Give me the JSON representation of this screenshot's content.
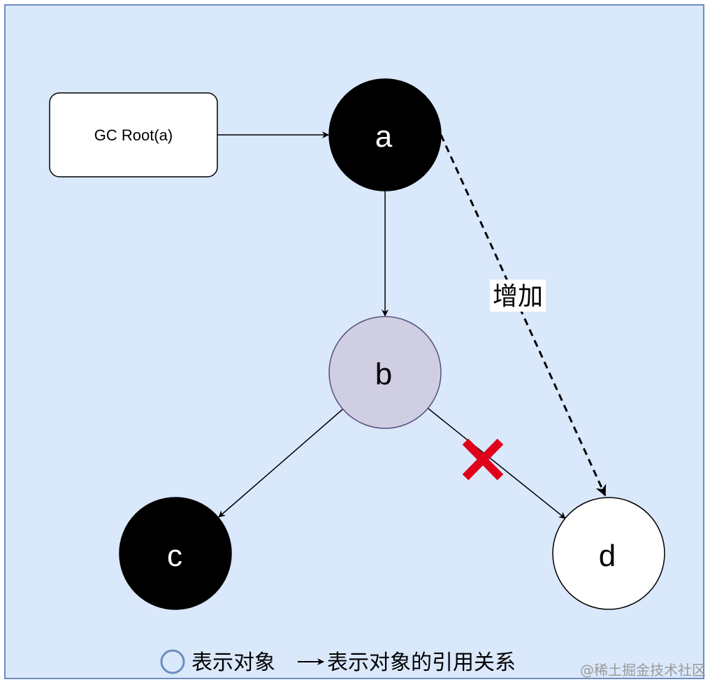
{
  "diagram": {
    "colors": {
      "background": "#dae8fc",
      "border": "#6c8ebf",
      "black_node": "#000000",
      "gray_node": "#d0cee2",
      "gray_node_stroke": "#56517e",
      "white_node": "#ffffff",
      "cross": "#e1001a",
      "legend_circle": "#6c8ebf",
      "watermark": "#9a9a9a"
    },
    "root": {
      "label": "GC Root(a)"
    },
    "nodes": {
      "a": {
        "label": "a",
        "fill": "black"
      },
      "b": {
        "label": "b",
        "fill": "gray"
      },
      "c": {
        "label": "c",
        "fill": "black"
      },
      "d": {
        "label": "d",
        "fill": "white"
      }
    },
    "edges": [
      {
        "from": "GC Root(a)",
        "to": "a",
        "style": "solid"
      },
      {
        "from": "a",
        "to": "b",
        "style": "solid"
      },
      {
        "from": "b",
        "to": "c",
        "style": "solid"
      },
      {
        "from": "b",
        "to": "d",
        "style": "solid",
        "removed": true
      },
      {
        "from": "a",
        "to": "d",
        "style": "dashed",
        "label": "增加"
      }
    ],
    "added_edge_label": "增加",
    "legend": {
      "object_text": "表示对象",
      "reference_text": "表示对象的引用关系"
    },
    "watermark": "@稀土掘金技术社区"
  }
}
